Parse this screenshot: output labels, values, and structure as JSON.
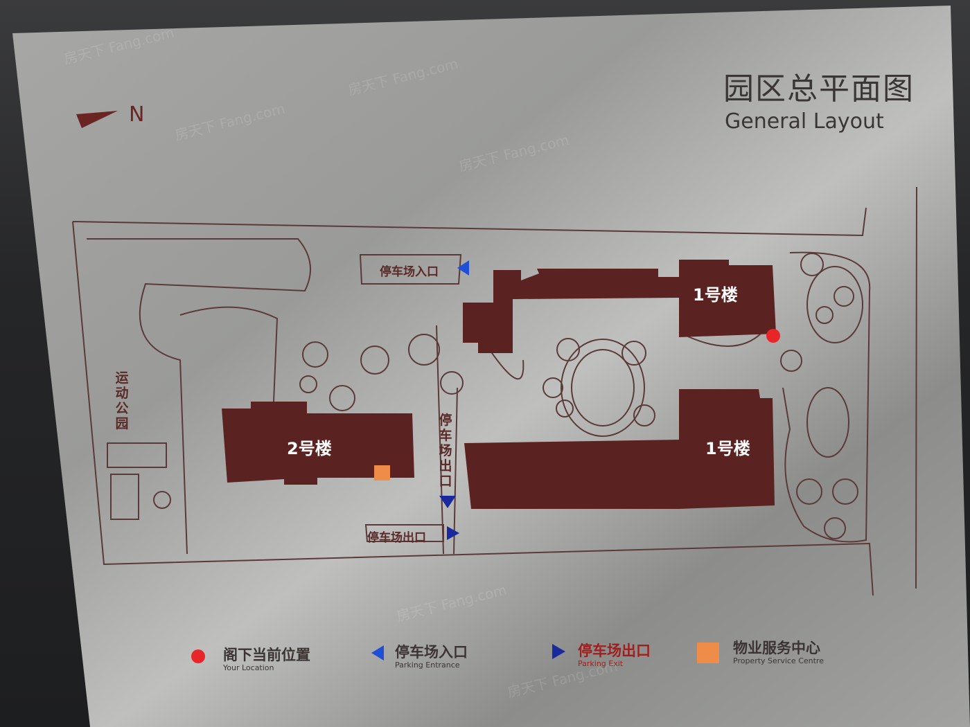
{
  "title": {
    "cn": "园区总平面图",
    "en": "General Layout"
  },
  "compass": {
    "label": "N"
  },
  "buildings": [
    {
      "label": "1号楼"
    },
    {
      "label": "1号楼"
    },
    {
      "label": "2号楼"
    }
  ],
  "map_labels": {
    "parking_entrance": "停车场入口",
    "parking_exit": "停车场出口",
    "parking_exit_vertical": "停车场出口",
    "sports_park": "运动公园"
  },
  "legend": [
    {
      "cn": "阁下当前位置",
      "en": "Your Location",
      "icon": "red-dot-icon",
      "color": "#e8262a"
    },
    {
      "cn": "停车场入口",
      "en": "Parking Entrance",
      "icon": "left-triangle-icon",
      "color": "#1f4fd6"
    },
    {
      "cn": "停车场出口",
      "en": "Parking Exit",
      "icon": "right-triangle-icon",
      "color": "#1a2a9c"
    },
    {
      "cn": "物业服务中心",
      "en": "Property Service Centre",
      "icon": "service-center-icon",
      "color": "#f08c4a"
    }
  ],
  "watermark": "房天下 Fang.com",
  "colors": {
    "building": "#5a2220",
    "plate": "#9a9a98",
    "line": "#5a3a38"
  }
}
